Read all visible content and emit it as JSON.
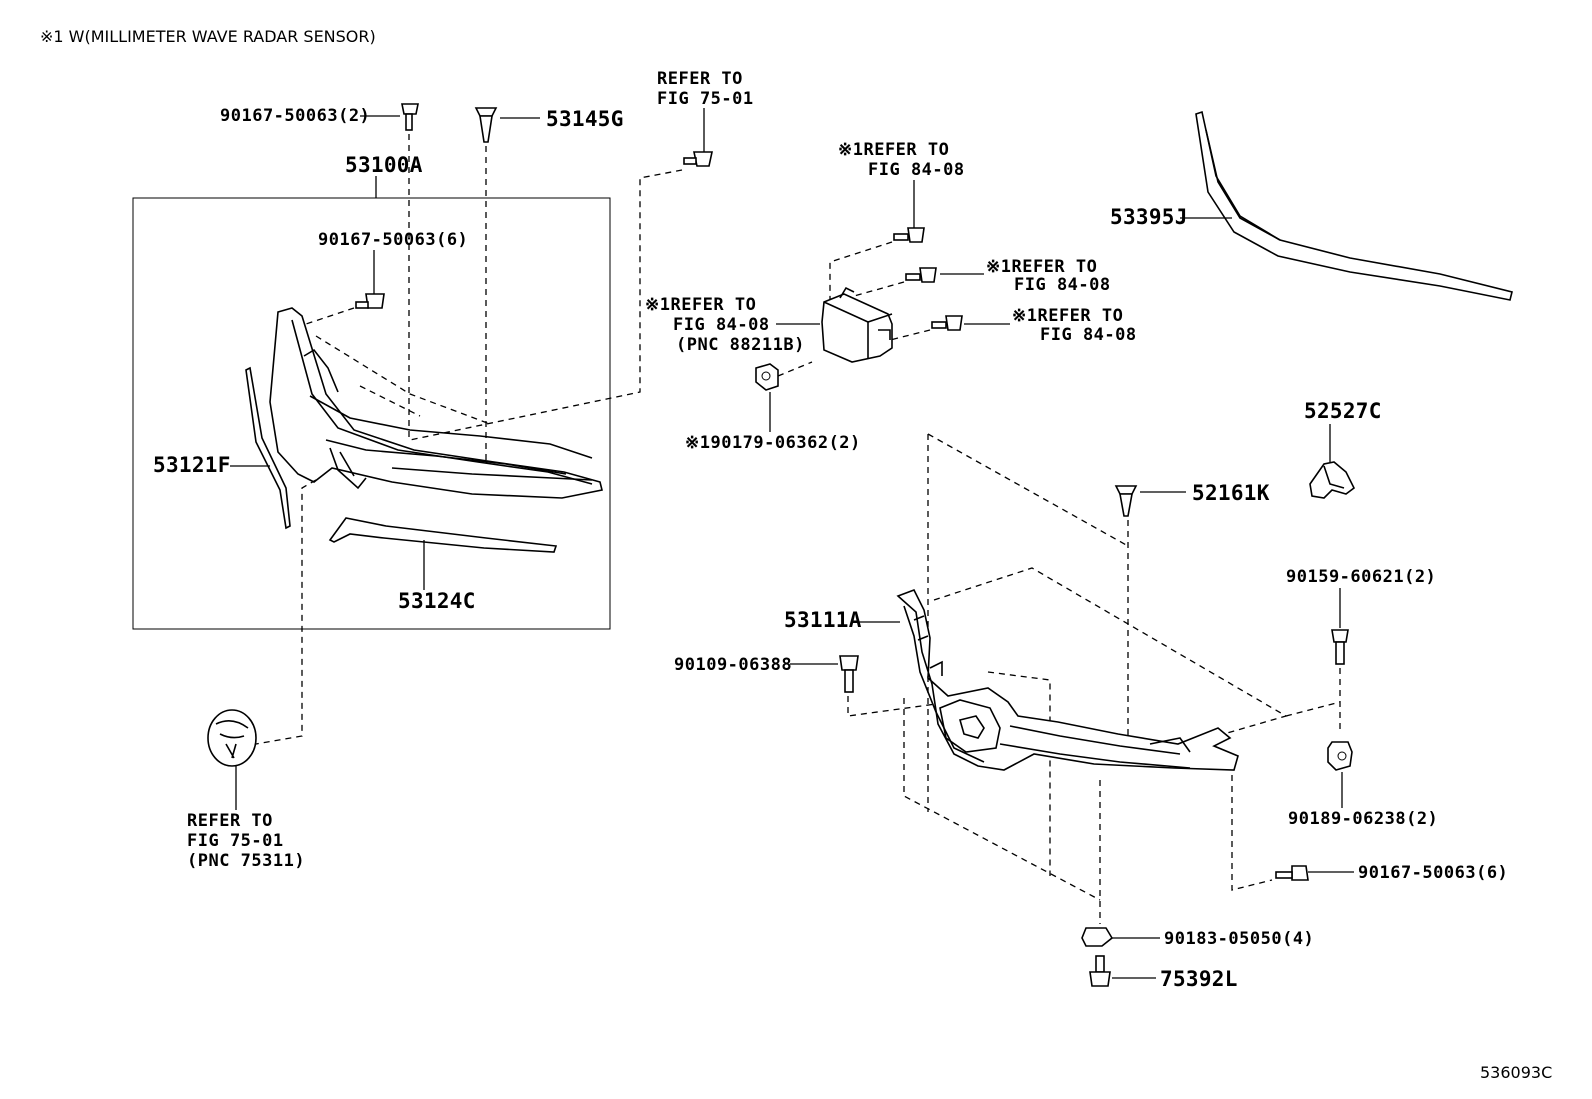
{
  "header": {
    "title": "※1 W(MILLIMETER WAVE RADAR SENSOR)"
  },
  "footer": {
    "code": "536093C"
  },
  "labels": {
    "l01": "90167-50063(2)",
    "l02": "53145G",
    "l03": "REFER TO",
    "l04": "FIG 75-01",
    "l05": "53100A",
    "l06": "90167-50063(6)",
    "l07": "53121F",
    "l08": "53124C",
    "l09": "REFER TO",
    "l10": "FIG 75-01",
    "l11": "(PNC 75311)",
    "l12": "※1REFER TO",
    "l13": "FIG 84-08",
    "l14": "※1REFER TO",
    "l15": "FIG 84-08",
    "l16": "※1REFER TO",
    "l17": "FIG 84-08",
    "l18": "※1REFER TO",
    "l19": "FIG 84-08",
    "l20": "(PNC 88211B)",
    "l21": "※190179-06362(2)",
    "l22": "53395J",
    "l23": "52527C",
    "l24": "52161K",
    "l25": "90159-60621(2)",
    "l26": "53111A",
    "l27": "90109-06388",
    "l28": "90189-06238(2)",
    "l29": "90167-50063(6)",
    "l30": "90183-05050(4)",
    "l31": "75392L"
  }
}
